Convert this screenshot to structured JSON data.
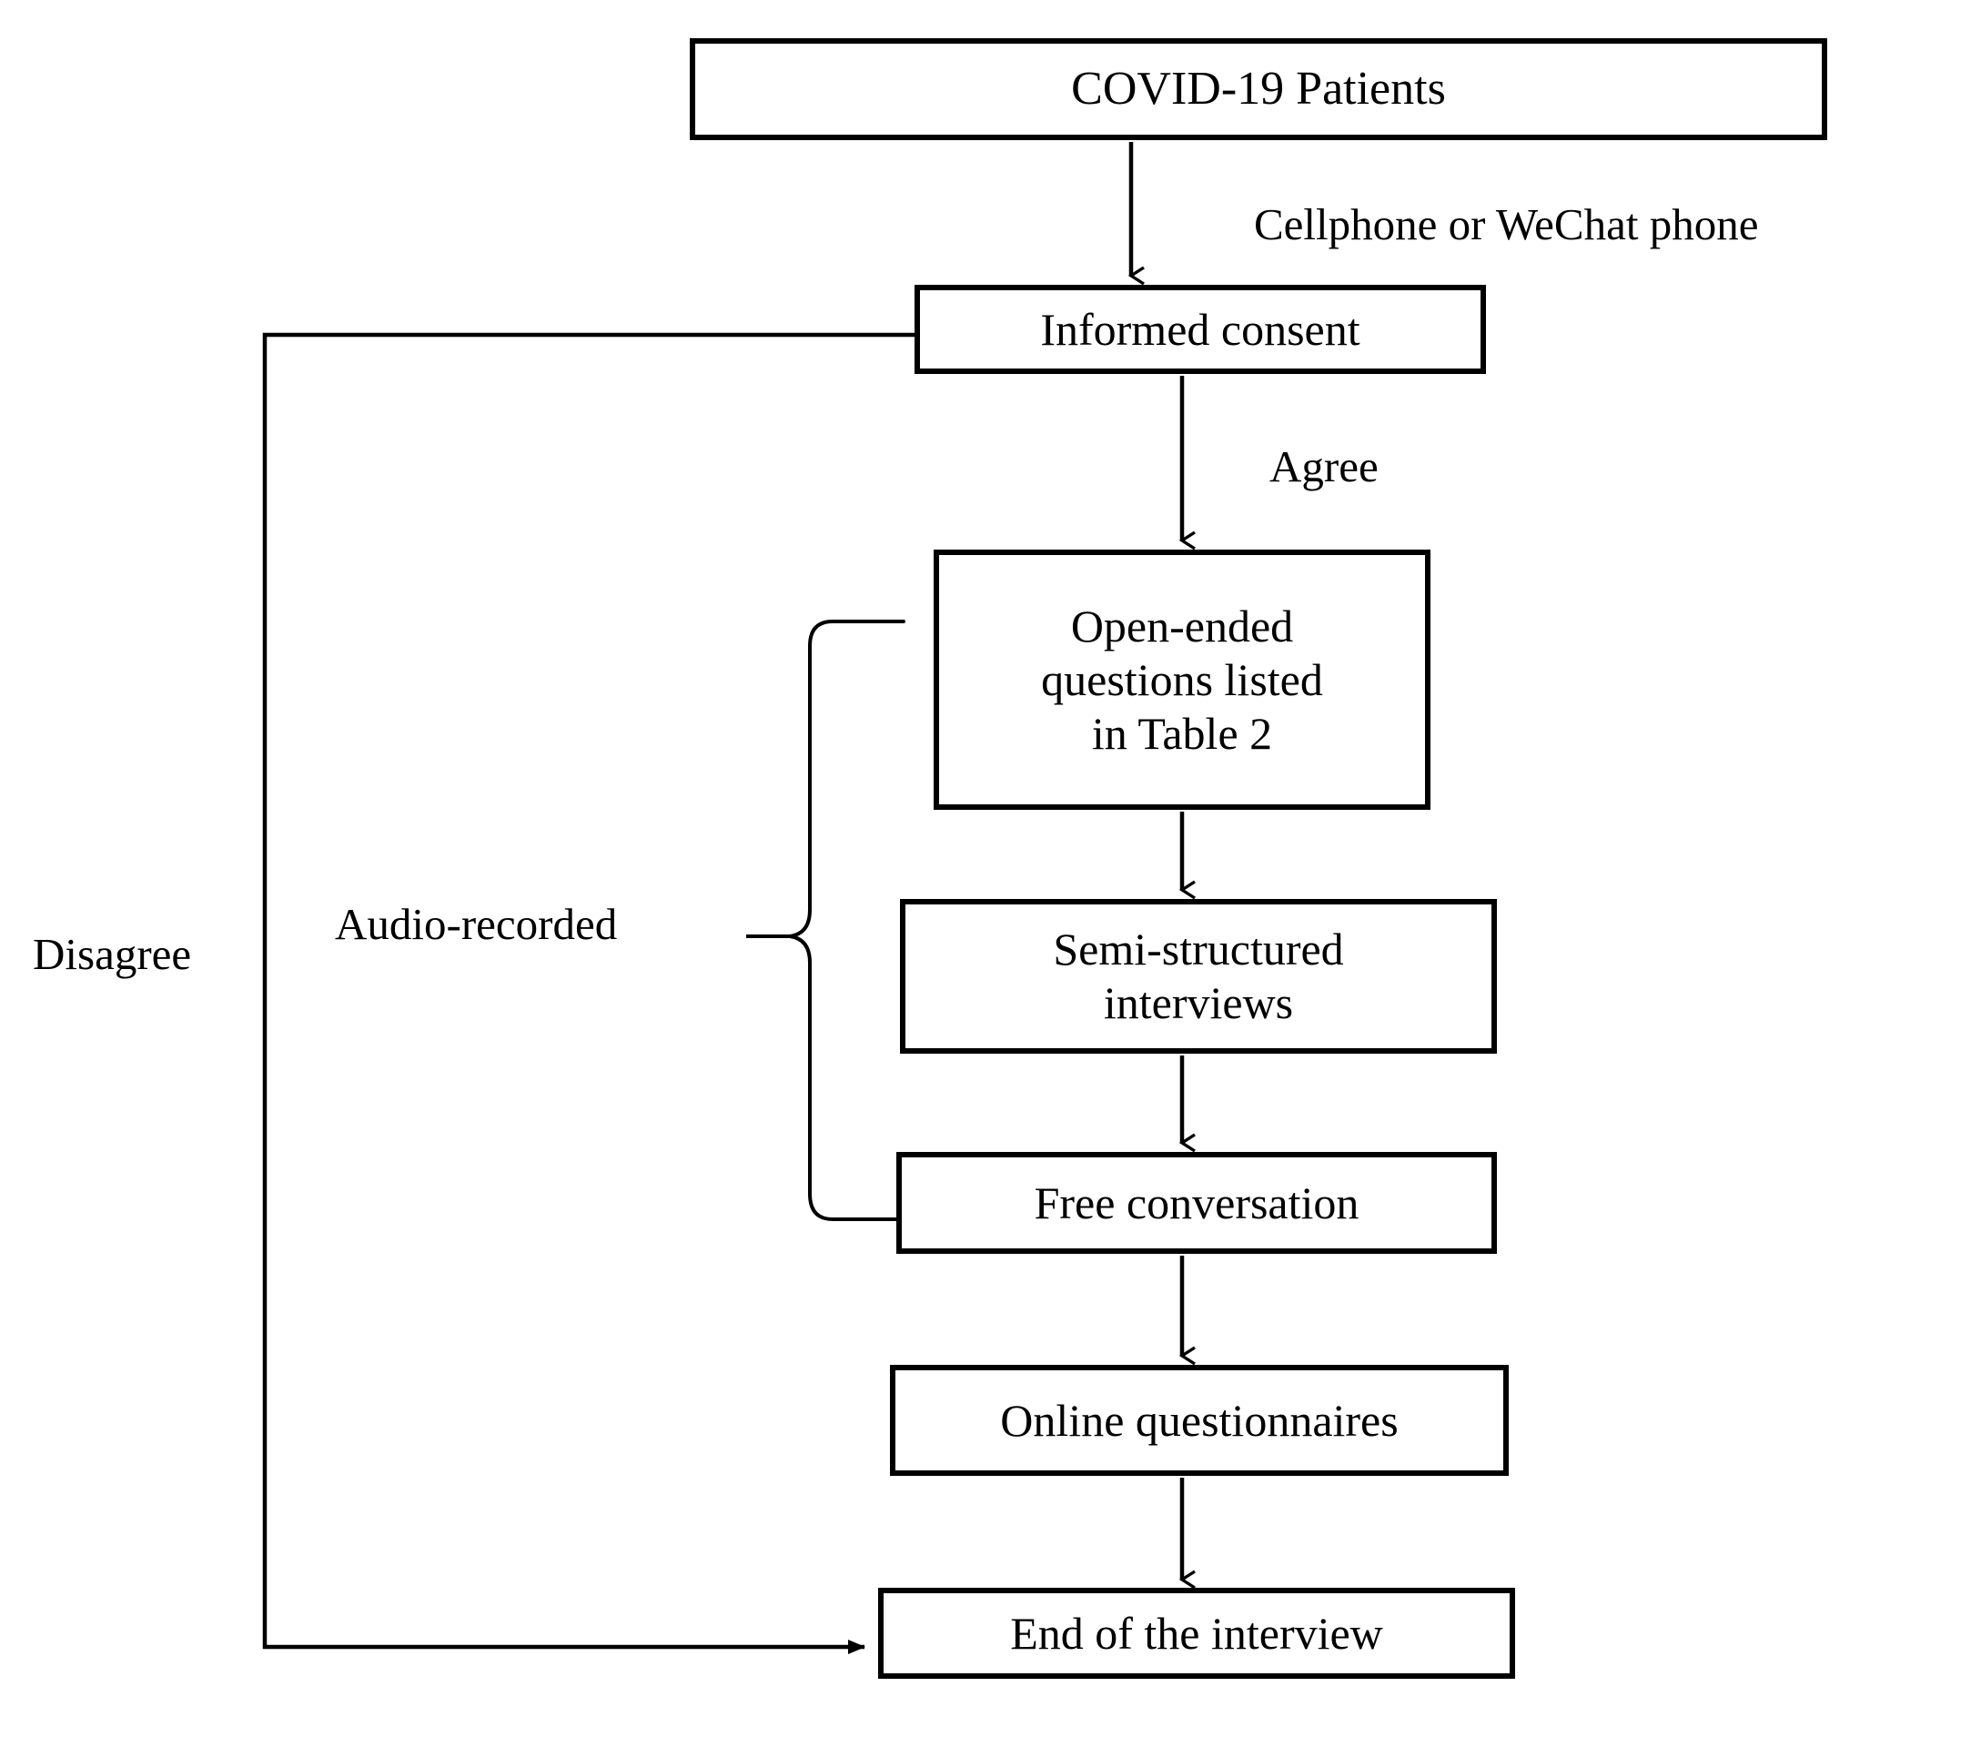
{
  "figure": {
    "type": "flowchart",
    "title": "COVID-19 patient interview procedure flowchart",
    "orientation": "top-to-bottom",
    "background_color": "#ffffff",
    "line_color": "#000000",
    "box_border_color": "#000000",
    "box_fill_color": "#ffffff"
  },
  "nodes": {
    "covid_patients": "COVID-19 Patients",
    "informed_consent": "Informed consent",
    "open_ended": "Open-ended\nquestions listed\nin Table 2",
    "semi_structured": "Semi-structured\ninterviews",
    "free_conversation": "Free conversation",
    "online_questionnaires": "Online  questionnaires",
    "end_of_interview": "End of the interview"
  },
  "edge_labels": {
    "cellphone": "Cellphone or WeChat phone",
    "agree": "Agree",
    "audio_recorded": "Audio-recorded",
    "disagree": "Disagree"
  },
  "flow": [
    {
      "from": "covid_patients",
      "to": "informed_consent",
      "label": "Cellphone or WeChat phone"
    },
    {
      "from": "informed_consent",
      "to": "open_ended",
      "label": "Agree"
    },
    {
      "from": "informed_consent",
      "to": "end_of_interview",
      "label": "Disagree"
    },
    {
      "from": "open_ended",
      "to": "semi_structured",
      "label": ""
    },
    {
      "from": "semi_structured",
      "to": "free_conversation",
      "label": ""
    },
    {
      "from": "free_conversation",
      "to": "online_questionnaires",
      "label": ""
    },
    {
      "from": "online_questionnaires",
      "to": "end_of_interview",
      "label": ""
    }
  ],
  "brace": {
    "label": "Audio-recorded",
    "covers": [
      "open_ended",
      "semi_structured",
      "free_conversation"
    ]
  }
}
